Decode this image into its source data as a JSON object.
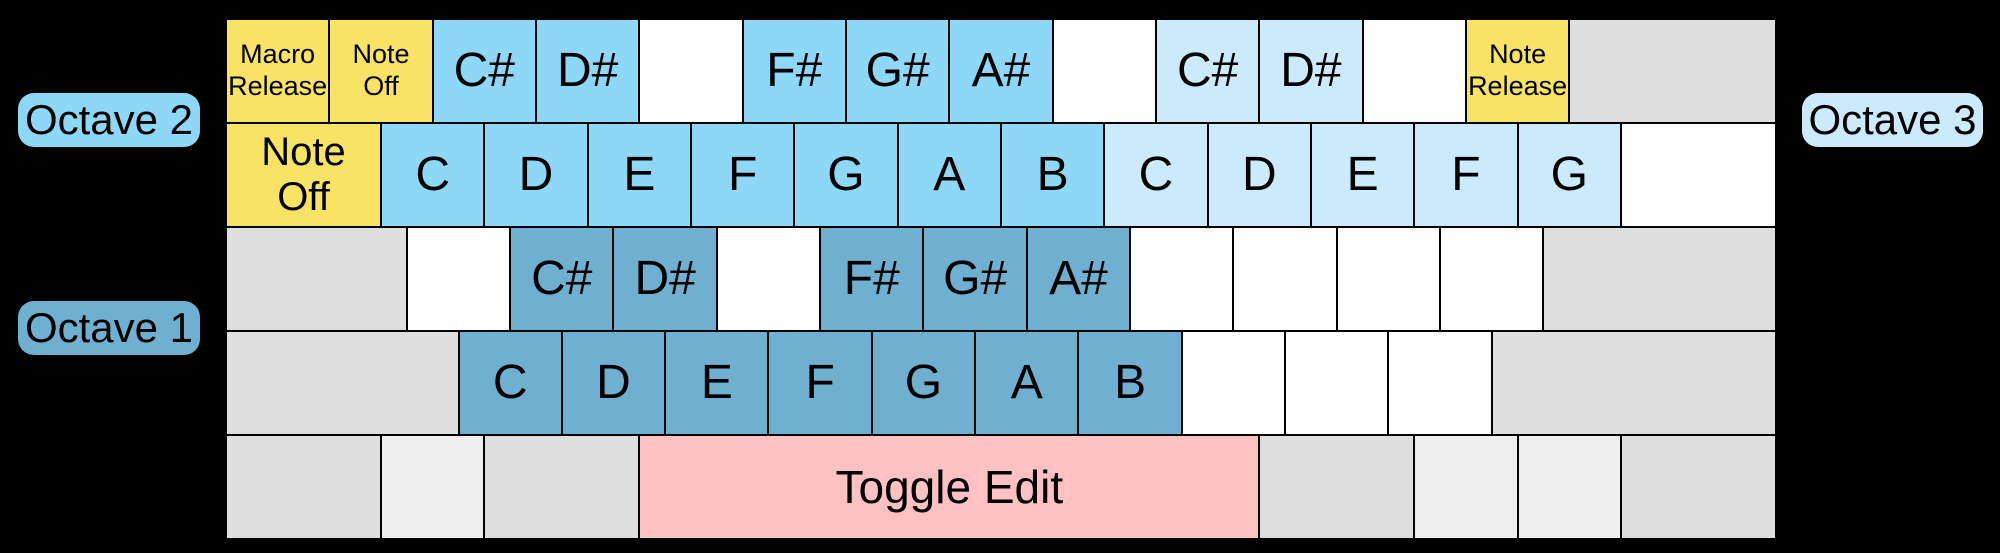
{
  "colors": {
    "background": "#000000",
    "key_border": "#000000",
    "text": "#000000",
    "yellow": "#F9E364",
    "octave1": "#6FAFD0",
    "octave2": "#8DD7F7",
    "octave3": "#CBEAFB",
    "pink": "#FFC1C1",
    "gray": "#DEDEDE",
    "lightgray": "#EEEEEE",
    "white": "#FFFFFF"
  },
  "labels": {
    "octave1": "Octave 1",
    "octave2": "Octave 2",
    "octave3": "Octave 3"
  },
  "keyboard": {
    "rows": [
      {
        "name": "number-row",
        "keys": [
          {
            "name": "key-macro-release",
            "label": "Macro\nRelease",
            "color": "yellow",
            "w": 1,
            "size": "small"
          },
          {
            "name": "key-note-off-1",
            "label": "Note\nOff",
            "color": "yellow",
            "w": 1,
            "size": "small"
          },
          {
            "name": "key-csharp-oct2",
            "label": "C#",
            "color": "octave2",
            "w": 1
          },
          {
            "name": "key-dsharp-oct2",
            "label": "D#",
            "color": "octave2",
            "w": 1
          },
          {
            "name": "key-blank-4",
            "label": "",
            "color": "white",
            "w": 1
          },
          {
            "name": "key-fsharp-oct2",
            "label": "F#",
            "color": "octave2",
            "w": 1
          },
          {
            "name": "key-gsharp-oct2",
            "label": "G#",
            "color": "octave2",
            "w": 1
          },
          {
            "name": "key-asharp-oct2",
            "label": "A#",
            "color": "octave2",
            "w": 1
          },
          {
            "name": "key-blank-8",
            "label": "",
            "color": "white",
            "w": 1
          },
          {
            "name": "key-csharp-oct3",
            "label": "C#",
            "color": "octave3",
            "w": 1
          },
          {
            "name": "key-dsharp-oct3",
            "label": "D#",
            "color": "octave3",
            "w": 1
          },
          {
            "name": "key-blank-minus",
            "label": "",
            "color": "white",
            "w": 1
          },
          {
            "name": "key-note-release",
            "label": "Note\nRelease",
            "color": "yellow",
            "w": 1,
            "size": "small"
          },
          {
            "name": "key-backspace",
            "label": "",
            "color": "gray",
            "w": 2
          }
        ]
      },
      {
        "name": "qwerty-row",
        "keys": [
          {
            "name": "key-tab-note-off",
            "label": "Note\nOff",
            "color": "yellow",
            "w": 1.5,
            "size": "medium"
          },
          {
            "name": "key-c-oct2",
            "label": "C",
            "color": "octave2",
            "w": 1
          },
          {
            "name": "key-d-oct2",
            "label": "D",
            "color": "octave2",
            "w": 1
          },
          {
            "name": "key-e-oct2",
            "label": "E",
            "color": "octave2",
            "w": 1
          },
          {
            "name": "key-f-oct2",
            "label": "F",
            "color": "octave2",
            "w": 1
          },
          {
            "name": "key-g-oct2",
            "label": "G",
            "color": "octave2",
            "w": 1
          },
          {
            "name": "key-a-oct2",
            "label": "A",
            "color": "octave2",
            "w": 1
          },
          {
            "name": "key-b-oct2",
            "label": "B",
            "color": "octave2",
            "w": 1
          },
          {
            "name": "key-c-oct3",
            "label": "C",
            "color": "octave3",
            "w": 1
          },
          {
            "name": "key-d-oct3",
            "label": "D",
            "color": "octave3",
            "w": 1
          },
          {
            "name": "key-e-oct3",
            "label": "E",
            "color": "octave3",
            "w": 1
          },
          {
            "name": "key-f-oct3",
            "label": "F",
            "color": "octave3",
            "w": 1
          },
          {
            "name": "key-g-oct3",
            "label": "G",
            "color": "octave3",
            "w": 1
          },
          {
            "name": "key-backslash-blank",
            "label": "",
            "color": "white",
            "w": 1.5
          }
        ]
      },
      {
        "name": "home-row",
        "keys": [
          {
            "name": "key-capslock",
            "label": "",
            "color": "gray",
            "w": 1.75
          },
          {
            "name": "key-blank-a",
            "label": "",
            "color": "white",
            "w": 1
          },
          {
            "name": "key-csharp-oct1",
            "label": "C#",
            "color": "octave1",
            "w": 1
          },
          {
            "name": "key-dsharp-oct1",
            "label": "D#",
            "color": "octave1",
            "w": 1
          },
          {
            "name": "key-blank-f",
            "label": "",
            "color": "white",
            "w": 1
          },
          {
            "name": "key-fsharp-oct1",
            "label": "F#",
            "color": "octave1",
            "w": 1
          },
          {
            "name": "key-gsharp-oct1",
            "label": "G#",
            "color": "octave1",
            "w": 1
          },
          {
            "name": "key-asharp-oct1",
            "label": "A#",
            "color": "octave1",
            "w": 1
          },
          {
            "name": "key-blank-k",
            "label": "",
            "color": "white",
            "w": 1
          },
          {
            "name": "key-blank-l",
            "label": "",
            "color": "white",
            "w": 1
          },
          {
            "name": "key-blank-semicolon",
            "label": "",
            "color": "white",
            "w": 1
          },
          {
            "name": "key-blank-quote",
            "label": "",
            "color": "white",
            "w": 1
          },
          {
            "name": "key-enter",
            "label": "",
            "color": "gray",
            "w": 2.25
          }
        ]
      },
      {
        "name": "lower-letter-row",
        "keys": [
          {
            "name": "key-left-shift",
            "label": "",
            "color": "gray",
            "w": 2.25
          },
          {
            "name": "key-c-oct1",
            "label": "C",
            "color": "octave1",
            "w": 1
          },
          {
            "name": "key-d-oct1",
            "label": "D",
            "color": "octave1",
            "w": 1
          },
          {
            "name": "key-e-oct1",
            "label": "E",
            "color": "octave1",
            "w": 1
          },
          {
            "name": "key-f-oct1",
            "label": "F",
            "color": "octave1",
            "w": 1
          },
          {
            "name": "key-g-oct1",
            "label": "G",
            "color": "octave1",
            "w": 1
          },
          {
            "name": "key-a-oct1",
            "label": "A",
            "color": "octave1",
            "w": 1
          },
          {
            "name": "key-b-oct1",
            "label": "B",
            "color": "octave1",
            "w": 1
          },
          {
            "name": "key-blank-comma",
            "label": "",
            "color": "white",
            "w": 1
          },
          {
            "name": "key-blank-period",
            "label": "",
            "color": "white",
            "w": 1
          },
          {
            "name": "key-blank-slash",
            "label": "",
            "color": "white",
            "w": 1
          },
          {
            "name": "key-right-shift",
            "label": "",
            "color": "gray",
            "w": 2.75
          }
        ]
      },
      {
        "name": "modifier-row",
        "keys": [
          {
            "name": "key-left-ctrl",
            "label": "",
            "color": "gray",
            "w": 1.5
          },
          {
            "name": "key-left-win",
            "label": "",
            "color": "lightgray",
            "w": 1
          },
          {
            "name": "key-left-alt",
            "label": "",
            "color": "gray",
            "w": 1.5
          },
          {
            "name": "key-space-toggle-edit",
            "label": "Toggle Edit",
            "color": "pink",
            "w": 6,
            "size": "space"
          },
          {
            "name": "key-right-alt",
            "label": "",
            "color": "gray",
            "w": 1.5
          },
          {
            "name": "key-right-win",
            "label": "",
            "color": "lightgray",
            "w": 1
          },
          {
            "name": "key-menu",
            "label": "",
            "color": "lightgray",
            "w": 1
          },
          {
            "name": "key-right-ctrl",
            "label": "",
            "color": "gray",
            "w": 1.5
          }
        ]
      }
    ]
  }
}
